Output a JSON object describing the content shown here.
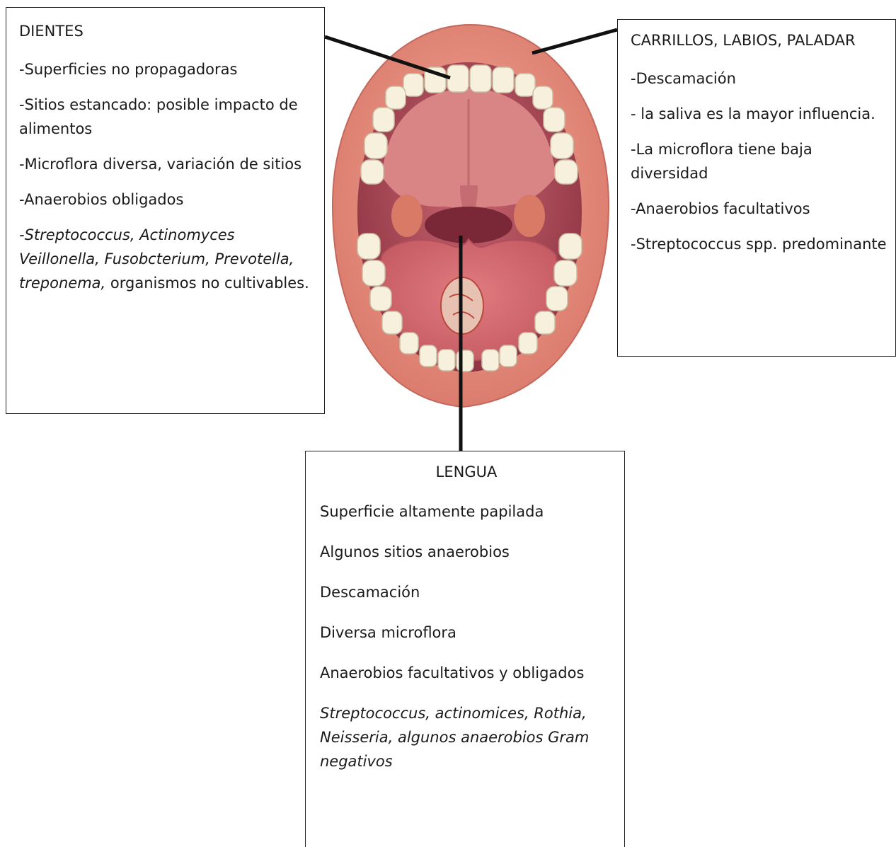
{
  "dientes": {
    "title": "DIENTES",
    "items": [
      "-Superficies no propagadoras",
      "-Sitios estancado: posible impacto de alimentos",
      "-Microflora diversa, variación de sitios",
      "-Anaerobios obligados"
    ],
    "organisms_italic": "-Streptococcus, Actinomyces Veillonella, Fusobcterium, Prevotella, treponema,",
    "organisms_plain": "organismos no cultivables."
  },
  "carrillos": {
    "title": "CARRILLOS, LABIOS, PALADAR",
    "items": [
      "-Descamación",
      "- la saliva es la mayor influencia.",
      "-La microflora tiene baja diversidad",
      "-Anaerobios facultativos",
      "-Streptococcus spp. predominante"
    ]
  },
  "lengua": {
    "title": "LENGUA",
    "items": [
      "Superficie altamente papilada",
      "Algunos sitios anaerobios",
      "Descamación",
      "Diversa microflora",
      "Anaerobios facultativos y obligados"
    ],
    "organisms_italic": "Streptococcus, actinomices, Rothia, Neisseria, algunos anaerobios Gram negativos"
  },
  "colors": {
    "lip": "#e8907f",
    "mouth_inner": "#b8525c",
    "palate": "#d98a8a",
    "tongue": "#d66a70",
    "tooth": "#f6f0dc",
    "line": "#111111"
  }
}
